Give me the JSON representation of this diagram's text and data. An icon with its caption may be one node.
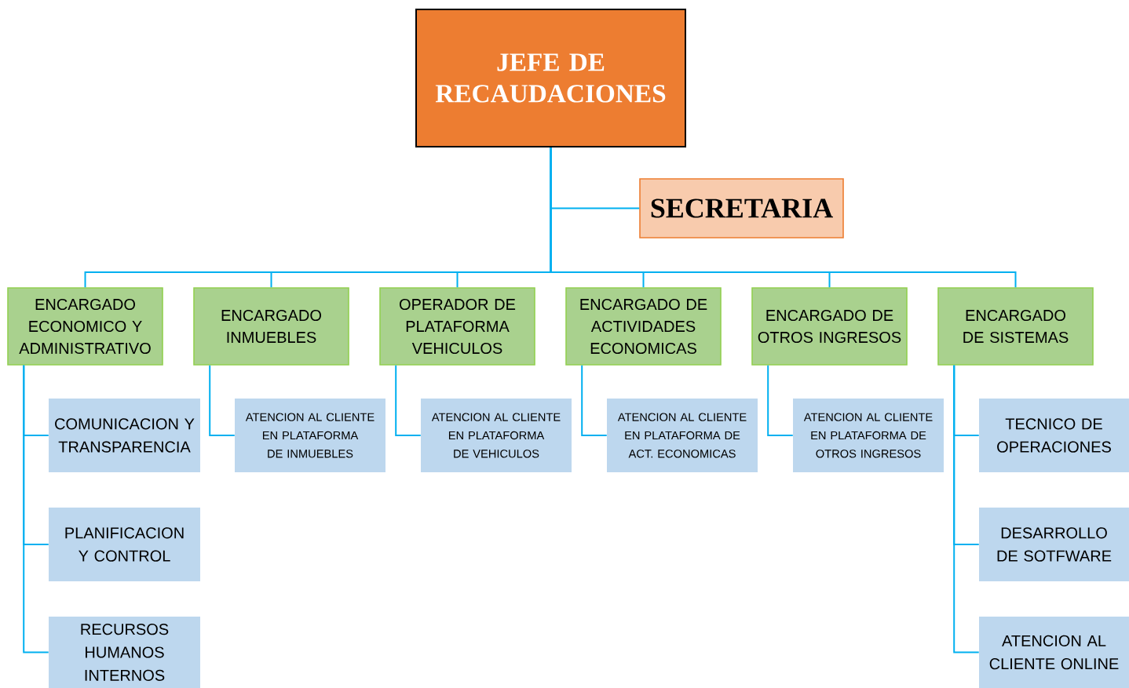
{
  "diagram": {
    "nodes": [
      {
        "text": [
          "JEFE DE RECAUDACIONES"
        ]
      },
      {
        "text": [
          "SECRETARIA"
        ]
      },
      {
        "text": [
          "ENCARGADO ECONOMICO Y ADMINISTRATIVO"
        ]
      },
      {
        "text": [
          "ENCARGADO INMUEBLES"
        ]
      },
      {
        "text": [
          "OPERADOR DE PLATAFORMA VEHICULOS"
        ]
      },
      {
        "text": [
          "ENCARGADO DE ACTIVIDADES ECONOMICAS"
        ]
      },
      {
        "text": [
          "ENCARGADO DE OTROS INGRESOS"
        ]
      },
      {
        "text": [
          "ENCARGADO DE SISTEMAS"
        ]
      },
      {
        "text": [
          "COMUNICACION Y TRANSPARENCIA"
        ]
      },
      {
        "text": [
          "ATENCION AL CLIENTE EN PLATAFORMA DE INMUEBLES"
        ]
      },
      {
        "text": [
          "ATENCION AL CLIENTE EN PLATAFORMA DE VEHICULOS"
        ]
      },
      {
        "text": [
          "ATENCION AL CLIENTE EN PLATAFORMA DE ACT. ECONOMICAS"
        ]
      },
      {
        "text": [
          "ATENCION AL CLIENTE EN PLATAFORMA DE OTROS INGRESOS"
        ]
      },
      {
        "text": [
          "TECNICO DE OPERACIONES"
        ]
      },
      {
        "text": [
          "PLANIFICACION Y CONTROL"
        ]
      },
      {
        "text": [
          "DESARROLLO DE SOTFWARE"
        ]
      },
      {
        "text": [
          "RECURSOS HUMANOS INTERNOS"
        ]
      },
      {
        "text": [
          "ATENCION AL CLIENTE ONLINE"
        ]
      }
    ],
    "edges": [
      {
        "from": 0,
        "to": 1,
        "arrow": "none"
      },
      {
        "from": 0,
        "to": 2,
        "arrow": "none"
      },
      {
        "from": 0,
        "to": 3,
        "arrow": "none"
      },
      {
        "from": 0,
        "to": 4,
        "arrow": "none"
      },
      {
        "from": 0,
        "to": 5,
        "arrow": "none"
      },
      {
        "from": 0,
        "to": 6,
        "arrow": "none"
      },
      {
        "from": 0,
        "to": 7,
        "arrow": "none"
      },
      {
        "from": 2,
        "to": 8,
        "arrow": "none"
      },
      {
        "from": 2,
        "to": 14,
        "arrow": "none"
      },
      {
        "from": 2,
        "to": 16,
        "arrow": "none"
      },
      {
        "from": 3,
        "to": 9,
        "arrow": "none"
      },
      {
        "from": 4,
        "to": 10,
        "arrow": "none"
      },
      {
        "from": 5,
        "to": 11,
        "arrow": "none"
      },
      {
        "from": 6,
        "to": 12,
        "arrow": "none"
      },
      {
        "from": 7,
        "to": 13,
        "arrow": "none"
      },
      {
        "from": 7,
        "to": 15,
        "arrow": "none"
      },
      {
        "from": 7,
        "to": 17,
        "arrow": "none"
      }
    ]
  }
}
